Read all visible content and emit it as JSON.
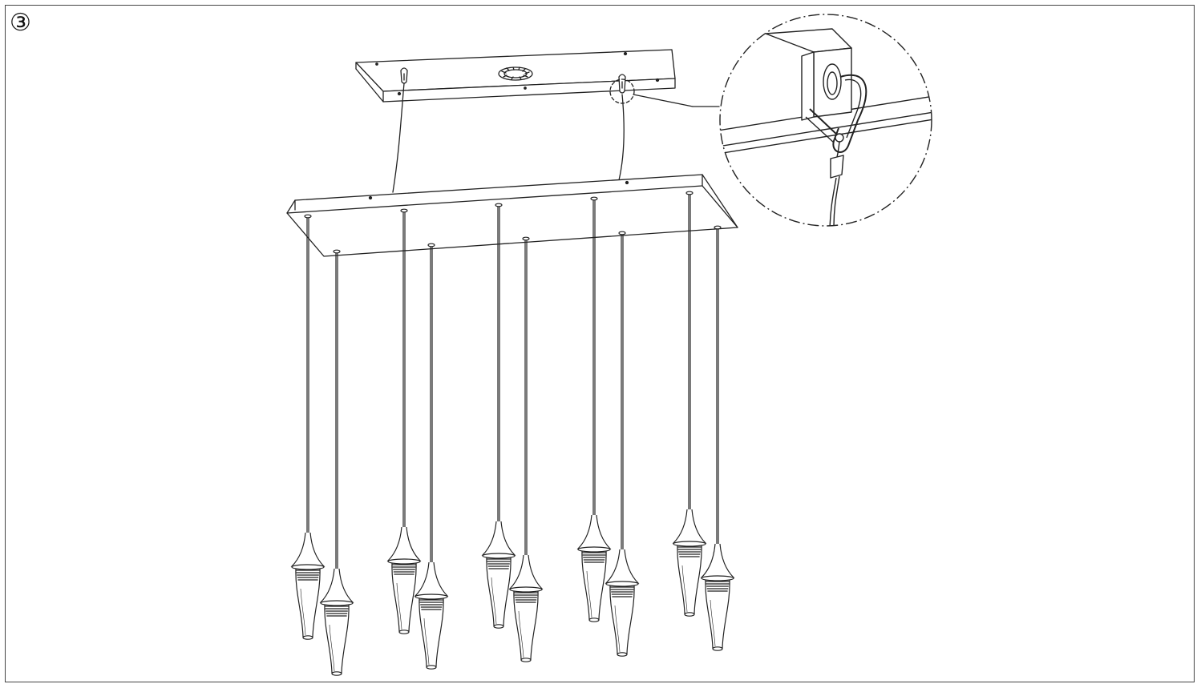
{
  "step": {
    "number": "③"
  },
  "pendants": [
    {
      "id": 1
    },
    {
      "id": 2
    },
    {
      "id": 3
    },
    {
      "id": 4
    },
    {
      "id": 5
    },
    {
      "id": 6
    },
    {
      "id": 7
    },
    {
      "id": 8
    },
    {
      "id": 9
    },
    {
      "id": 10
    }
  ],
  "colors": {
    "line": "#222222",
    "background": "#ffffff"
  }
}
